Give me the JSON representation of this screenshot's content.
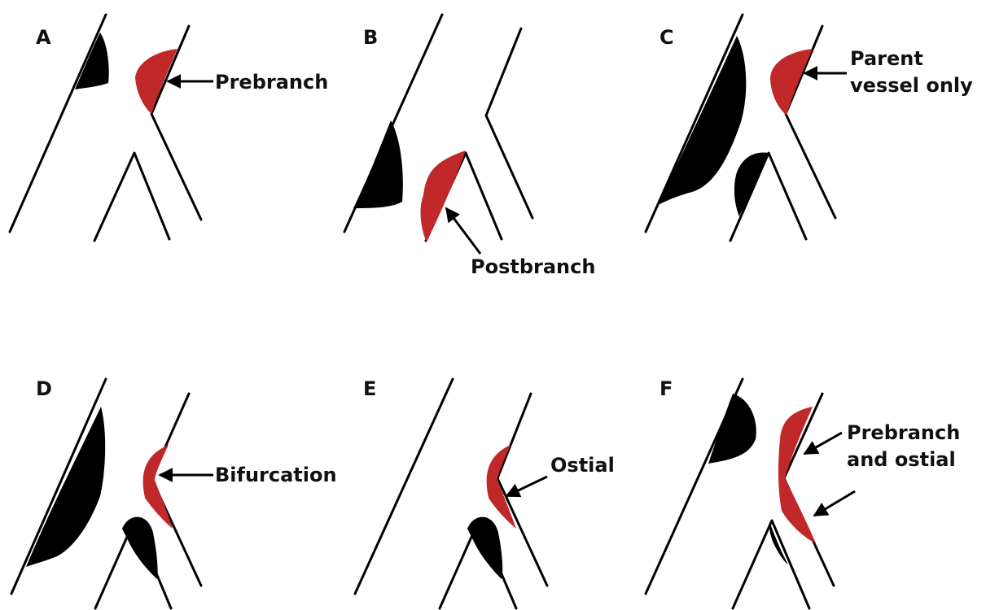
{
  "colors": {
    "background": "#ffffff",
    "vessel_line": "#000000",
    "plaque_black": "#000000",
    "plaque_red": "#c0282a"
  },
  "panels": [
    {
      "letter": "A",
      "labels": [
        "Prebranch"
      ]
    },
    {
      "letter": "B",
      "labels": [
        "Postbranch"
      ]
    },
    {
      "letter": "C",
      "labels": [
        "Parent",
        "vessel only"
      ]
    },
    {
      "letter": "D",
      "labels": [
        "Bifurcation"
      ]
    },
    {
      "letter": "E",
      "labels": [
        "Ostial"
      ]
    },
    {
      "letter": "F",
      "labels": [
        "Prebranch",
        "and ostial"
      ]
    }
  ]
}
